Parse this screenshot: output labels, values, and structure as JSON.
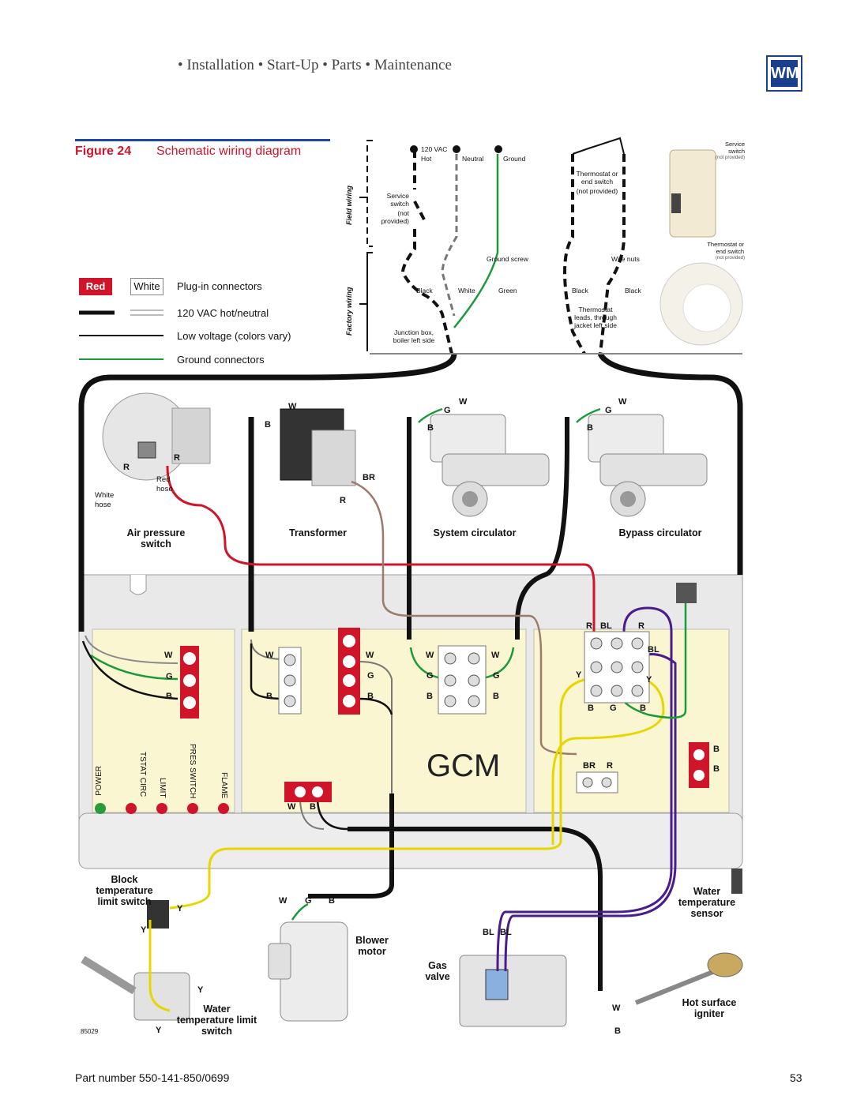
{
  "header": {
    "title": "• Installation • Start-Up • Parts • Maintenance",
    "logo_text": "WM"
  },
  "figure": {
    "number": "Figure 24",
    "title": "Schematic wiring diagram"
  },
  "legend": {
    "red": "Red",
    "white": "White",
    "plug_in": "Plug-in connectors",
    "hot_neutral": "120 VAC hot/neutral",
    "low_voltage": "Low voltage (colors vary)",
    "ground": "Ground connectors"
  },
  "field": {
    "field_wiring": "Field wiring",
    "factory_wiring": "Factory wiring",
    "vac": "120 VAC",
    "hot": "Hot",
    "neutral": "Neutral",
    "ground": "Ground",
    "service_switch": "Service switch",
    "not_provided": "(not provided)",
    "thermostat_switch": "Thermostat or end switch",
    "thermostat_not": "(not provided)",
    "ground_screw": "Ground screw",
    "wire_nuts": "Wire nuts",
    "black": "Black",
    "white": "White",
    "green": "Green",
    "junction_box": "Junction box, boiler left side",
    "thermostat_leads": "Thermostat leads, through jacket left side",
    "svc_switch_small": "Service switch",
    "svc_not_small": "(not provided)",
    "tstat_small": "Thermostat or end switch",
    "tstat_not_small": "(not provided)"
  },
  "components": {
    "air_pressure": "Air pressure switch",
    "transformer": "Transformer",
    "system_circ": "System circulator",
    "bypass_circ": "Bypass circulator",
    "block_temp": "Block temperature limit switch",
    "blower": "Blower motor",
    "gas_valve": "Gas valve",
    "water_sensor": "Water temperature sensor",
    "igniter": "Hot surface igniter",
    "water_limit": "Water temperature limit switch",
    "red_hose": "Red hose",
    "white_hose": "White hose"
  },
  "gcm": {
    "label": "GCM",
    "leds": [
      "POWER",
      "TSTAT CIRC",
      "LIMIT",
      "PRES SWITCH",
      "FLAME"
    ],
    "led_colors": [
      "#2a9a3a",
      "#d0142a",
      "#d0142a",
      "#d0142a",
      "#d0142a"
    ]
  },
  "wire_letters": {
    "W": "W",
    "G": "G",
    "B": "B",
    "R": "R",
    "BR": "BR",
    "BL": "BL",
    "Y": "Y"
  },
  "colors": {
    "red": "#d0142a",
    "green": "#1a9a3a",
    "yellow": "#e8d600",
    "purple": "#4b1d8c",
    "brown": "#9a7a6a",
    "black": "#111111",
    "panel": "#fbf6d2"
  },
  "footer": {
    "part_number": "Part number 550-141-850/0699",
    "page": "53",
    "drawing_id": "85029"
  }
}
